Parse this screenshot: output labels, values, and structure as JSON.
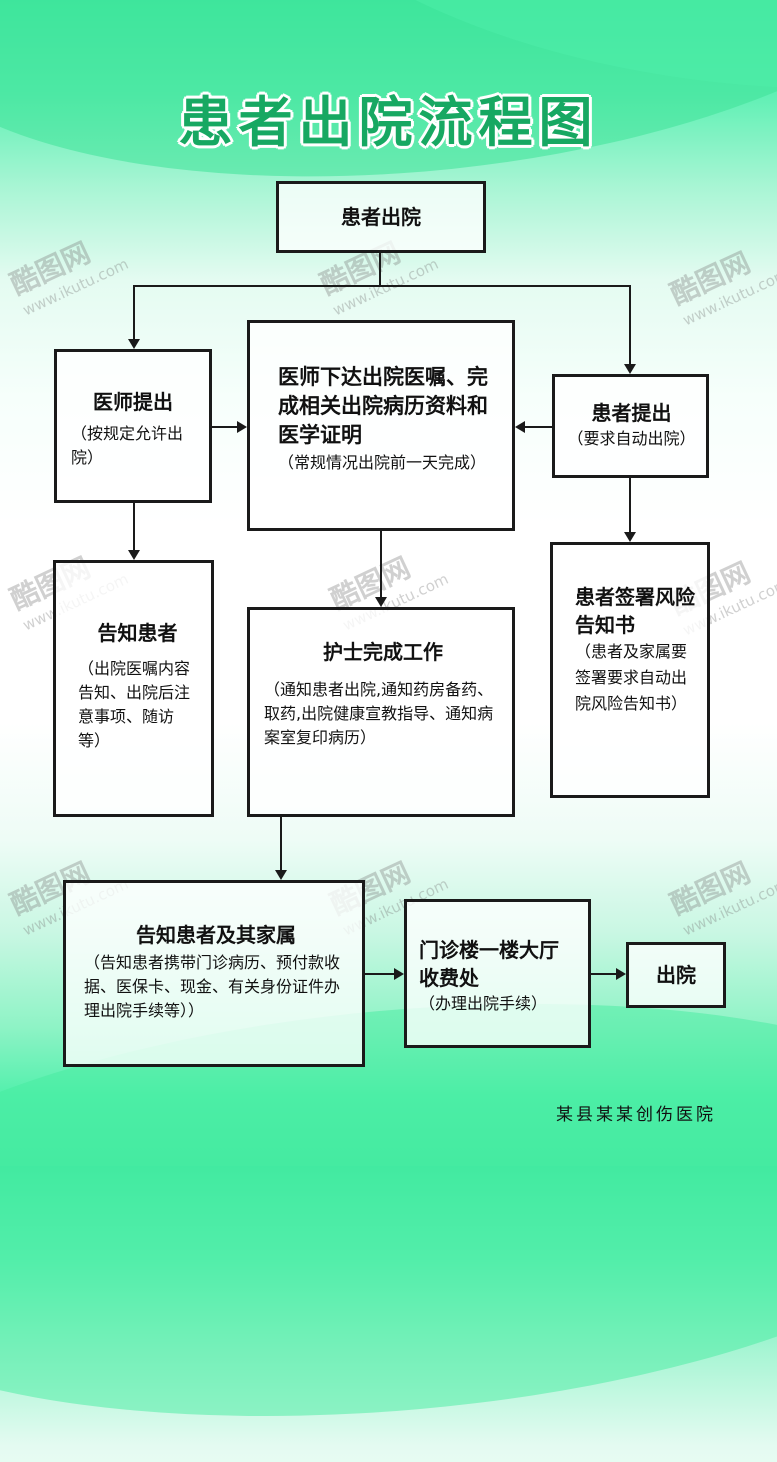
{
  "title": "患者出院流程图",
  "nodes": {
    "start": {
      "title": "患者出院"
    },
    "doctor_propose": {
      "title": "医师提出",
      "note": "（按规定允许出院）"
    },
    "doctor_order": {
      "title": "医师下达出院医嘱、完成相关出院病历资料和医学证明",
      "note": "（常规情况出院前一天完成）"
    },
    "patient_propose": {
      "title": "患者提出",
      "note": "（要求自动出院）"
    },
    "inform_patient": {
      "title": "告知患者",
      "note": "（出院医嘱内容告知、出院后注意事项、随访等）"
    },
    "nurse_work": {
      "title": "护士完成工作",
      "note": "（通知患者出院,通知药房备药、取药,出院健康宣教指导、通知病案室复印病历）"
    },
    "patient_sign": {
      "title": "患者签署风险告知书",
      "note": "（患者及家属要签署要求自动出院风险告知书）"
    },
    "inform_family": {
      "title": "告知患者及其家属",
      "note": "（告知患者携带门诊病历、预付款收据、医保卡、现金、有关身份证件办理出院手续等））"
    },
    "cashier": {
      "title": "门诊楼一楼大厅收费处",
      "note": "（办理出院手续）"
    },
    "discharge": {
      "title": "出院"
    }
  },
  "footer": "某县某某创伤医院",
  "watermark": {
    "brand": "酷图网",
    "url": "www.ikutu.com"
  },
  "colors": {
    "title": "#17a862",
    "bg_top": "#3fe9a2",
    "bg_bottom": "#44eaa2",
    "border": "#1a1a1a"
  }
}
